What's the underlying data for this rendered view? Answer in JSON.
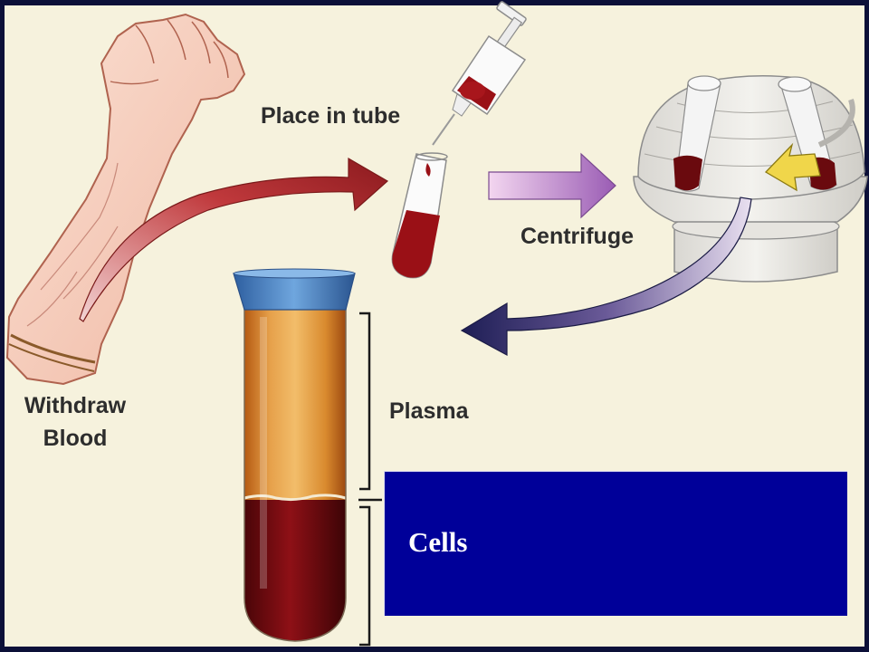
{
  "labels": {
    "place_in_tube": "Place in tube",
    "centrifuge": "Centrifuge",
    "withdraw_line1": "Withdraw",
    "withdraw_line2": "Blood",
    "plasma": "Plasma",
    "cells": "Cells"
  },
  "colors": {
    "frame": "#0c1038",
    "background": "#f6f2dd",
    "blood": "#8e0f16",
    "plasma": "#e49a3a",
    "tube_cap": "#3d7bc0",
    "cells_box": "#000099",
    "arrow_red": "#a61e22",
    "arrow_purple": "#b27ec0",
    "arrow_dark": "#2b2b63"
  },
  "icons": [
    "arm-icon",
    "syringe-icon",
    "test-tube-icon",
    "centrifuge-icon",
    "large-tube-icon"
  ]
}
